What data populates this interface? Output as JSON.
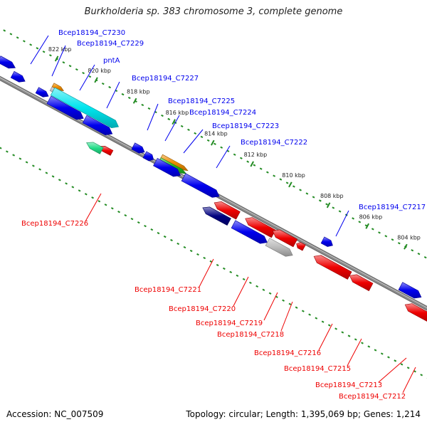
{
  "title": "Burkholderia sp. 383 chromosome 3, complete genome",
  "footer": {
    "accession": "Accession: NC_007509",
    "topology": "Topology: circular; Length: 1,395,069 bp; Genes: 1,214"
  },
  "colors": {
    "backbone": "#8c8c8c",
    "dots": "#228b22",
    "blue": "#0000ee",
    "red": "#ee0000",
    "navy": "#000080",
    "cyan": "#00e5ee",
    "orange": "#ee8c00",
    "green": "#22bb22",
    "grey": "#bbbbbb",
    "seagreen": "#22dd88"
  },
  "kbp_labels": [
    "822 kbp",
    "820 kbp",
    "818 kbp",
    "816 kbp",
    "814 kbp",
    "812 kbp",
    "810 kbp",
    "808 kbp",
    "806 kbp",
    "804 kbp"
  ],
  "top_labels": [
    {
      "text": "Bcep18194_C7230"
    },
    {
      "text": "Bcep18194_C7229"
    },
    {
      "text": "pntA"
    },
    {
      "text": "Bcep18194_C7227"
    },
    {
      "text": "Bcep18194_C7225"
    },
    {
      "text": "Bcep18194_C7224"
    },
    {
      "text": "Bcep18194_C7223"
    },
    {
      "text": "Bcep18194_C7222"
    },
    {
      "text": "Bcep18194_C7217"
    }
  ],
  "bottom_labels": [
    {
      "text": "Bcep18194_C7226"
    },
    {
      "text": "Bcep18194_C7221"
    },
    {
      "text": "Bcep18194_C7220"
    },
    {
      "text": "Bcep18194_C7219"
    },
    {
      "text": "Bcep18194_C7218"
    },
    {
      "text": "Bcep18194_C7216"
    },
    {
      "text": "Bcep18194_C7215"
    },
    {
      "text": "Bcep18194_C7213"
    },
    {
      "text": "Bcep18194_C7212"
    }
  ]
}
